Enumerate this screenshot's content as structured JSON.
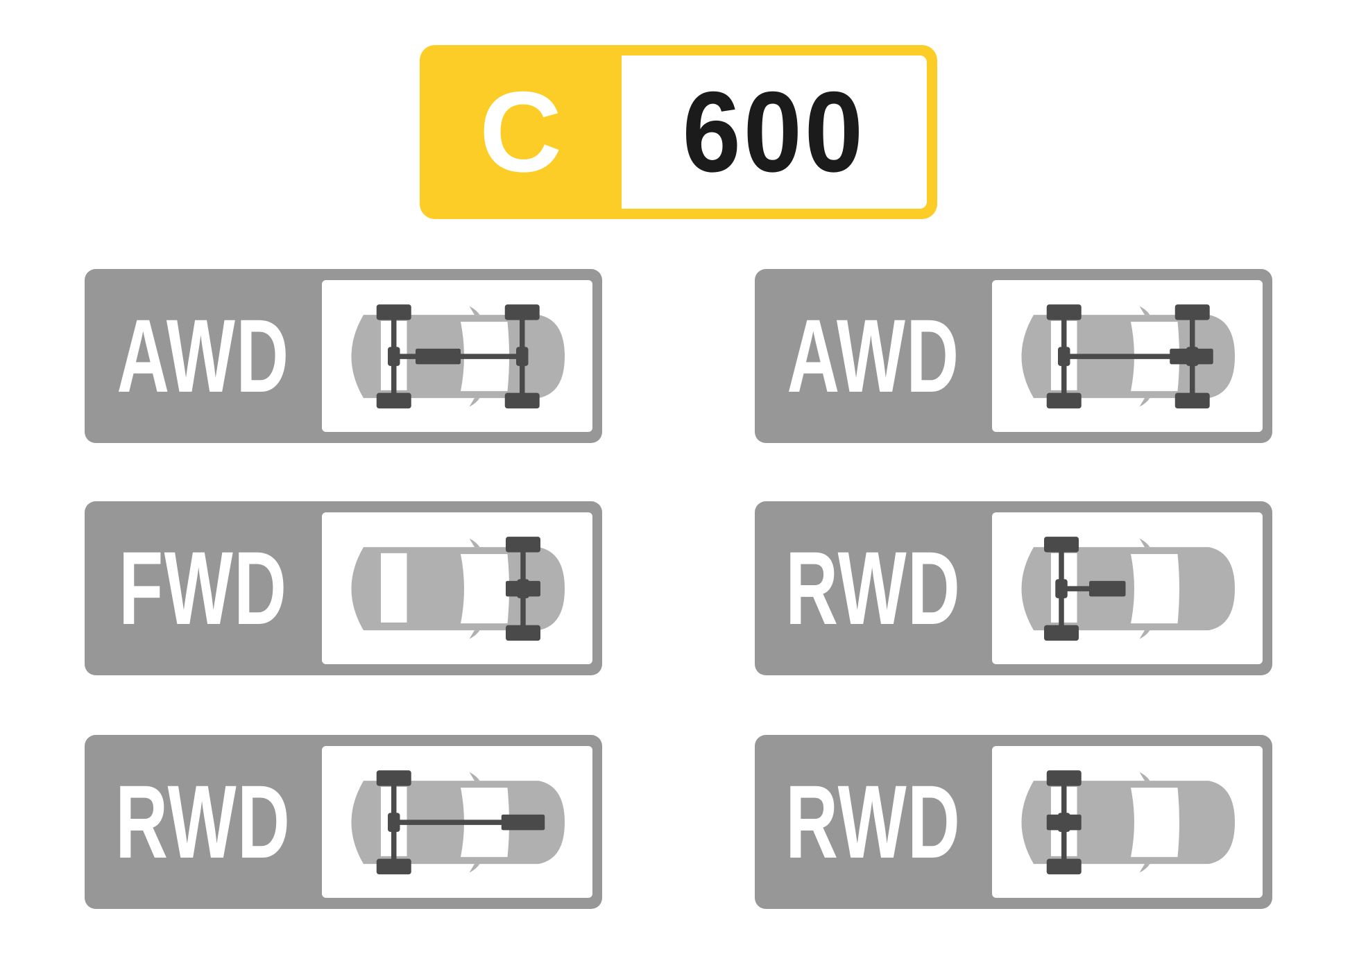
{
  "colors": {
    "yellow": "#fccd26",
    "card_gray": "#979797",
    "car_gray": "#b0b0b0",
    "drivetrain": "#4a4a4a"
  },
  "class_badge": {
    "letter": "C",
    "number": "600"
  },
  "cards": [
    {
      "label": "AWD",
      "drivetrain": "awd-front-box"
    },
    {
      "label": "AWD",
      "drivetrain": "awd-rear-box"
    },
    {
      "label": "FWD",
      "drivetrain": "fwd"
    },
    {
      "label": "RWD",
      "drivetrain": "rwd-short-shaft"
    },
    {
      "label": "RWD",
      "drivetrain": "rwd-long-shaft"
    },
    {
      "label": "RWD",
      "drivetrain": "rwd-axle-box"
    }
  ]
}
